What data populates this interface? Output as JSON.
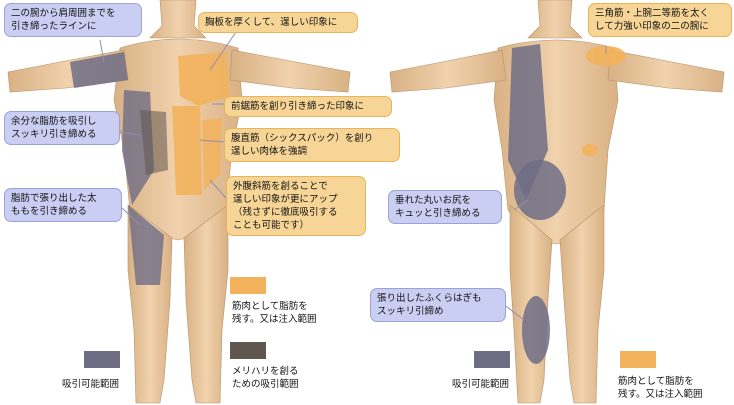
{
  "colors": {
    "liposuction": "#6f6d86",
    "contour_liposuction": "#5f5650",
    "keep_muscle": "#f2b35c",
    "skin": "#e8c59a",
    "callout_blue": "#c9cef2",
    "callout_orange": "#f7d596"
  },
  "front": {
    "callouts": [
      {
        "id": "upper-arm",
        "kind": "blue",
        "text": "二の腕から肩周囲までを\n引き締ったラインに"
      },
      {
        "id": "chest",
        "kind": "orange",
        "text": "胸板を厚くして、逞しい印象に"
      },
      {
        "id": "serratus",
        "kind": "orange",
        "text": "前鋸筋を創り引き締った印象に"
      },
      {
        "id": "love-handles",
        "kind": "blue",
        "text": "余分な脂肪を吸引し\nスッキリ引き締める"
      },
      {
        "id": "six-pack",
        "kind": "orange",
        "text": "腹直筋（シックスパック）を創り\n逞しい肉体を強調"
      },
      {
        "id": "obliques",
        "kind": "orange",
        "text": "外腹斜筋を創ることで\n逞しい印象が更にアップ\n（残さずに徹底吸引する\nことも可能です）"
      },
      {
        "id": "thighs",
        "kind": "blue",
        "text": "脂肪で張り出した太\nももを引き締める"
      }
    ],
    "legend": [
      {
        "id": "keep-muscle",
        "color": "#f2b35c",
        "text": "筋肉として脂肪を\n残す。又は注入範囲"
      },
      {
        "id": "contour",
        "color": "#5f5650",
        "text": "メリハリを創る\nための吸引範囲"
      },
      {
        "id": "suction",
        "color": "#6f6d86",
        "text": "吸引可能範囲"
      }
    ]
  },
  "back": {
    "callouts": [
      {
        "id": "deltoid",
        "kind": "orange",
        "text": "三角筋・上腕二等筋を太く\nして力強い印象の二の腕に"
      },
      {
        "id": "buttocks",
        "kind": "blue",
        "text": "垂れた丸いお尻を\nキュッと引き締める"
      },
      {
        "id": "calves",
        "kind": "blue",
        "text": "張り出したふくらはぎも\nスッキリ引締め"
      }
    ],
    "legend": [
      {
        "id": "suction",
        "color": "#6f6d86",
        "text": "吸引可能範囲"
      },
      {
        "id": "keep-muscle",
        "color": "#f2b35c",
        "text": "筋肉として脂肪を\n残す。又は注入範囲"
      }
    ]
  }
}
